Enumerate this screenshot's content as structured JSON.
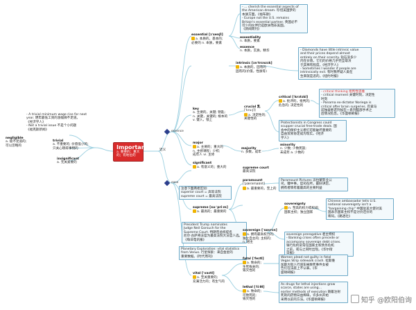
{
  "root": {
    "title": "Important",
    "subtitle": "a. 重要的；重大的；有地位的"
  },
  "badges": {
    "essence": "essence",
    "ease": "ease"
  },
  "left": {
    "note1": [
      "- A trivial minimum wage rise for next",
      "year. 明年最低工资的涨幅微不足道。",
      "《经济学人》",
      "- Not a trivial issue 不是个小问题",
      "《福克斯新闻》"
    ],
    "negligible": {
      "head": "negligible",
      "lines": [
        "a. 极不足道的;",
        "可以忽略的"
      ]
    },
    "trivial": {
      "head": "trivial",
      "lines": [
        "a. 不重要的; 价值低小的;",
        "只关心琐碎事物的"
      ]
    },
    "insignificant": {
      "head": "insignificant",
      "lines": [
        "a. 无关紧要的"
      ]
    }
  },
  "center": {
    "synonym": "近义"
  },
  "essential": {
    "head": "essential [ɪˈsenʃl]",
    "lines": [
      "a. 本质的，基本的;",
      "必要的 n. 本质，要素"
    ],
    "essentiality": {
      "head": "essentiality",
      "lines": [
        "n. 本质，要素"
      ]
    },
    "essence": {
      "head": "essence",
      "lines": [
        "n. 本质，实质，精华"
      ]
    },
    "note": [
      "- ... cherish the essential aspects of",
      "the American dream. 珍惜美国梦的",
      "本质方面。《福布斯》",
      "- Europe not the U.S. remains",
      "Britain's essential partner. 英国必不",
      "可少的伙伴仍是欧洲而非美国。",
      "《新闻周刊》"
    ]
  },
  "intrinsic": {
    "head": "intrinsic [ɪnˈtrɪnzɪk]",
    "lines": [
      "a. 本质的，固有的",
      "固有的(价值，性质等)"
    ],
    "note": [
      "- Diamonds have little intrinsic value",
      "and their prices depend almost",
      "entirely on their scarcity. 钻石没多少",
      "内在价值，它们的价格几乎完全取决",
      "于其稀有程度。《经济学人》",
      "- Sometimes I wonder if people are",
      "intrinsically evil. 有时我怀疑人类在",
      "生来就是恶的。《纽约时报》"
    ]
  },
  "key": {
    "head": "key",
    "lines": [
      "a. 主要的，关键; 钥匙;",
      "n. 关键，关键的; 根本的",
      "v. 键入，锁上"
    ]
  },
  "crucial": {
    "head": "crucial 乳",
    "sub": "[ˈkruːʃl]",
    "lines": [
      "a. 决定性的;",
      "关键性的"
    ]
  },
  "critical": {
    "head": "critical [ˈkrɪtɪkl]",
    "lines": [
      "a. 批评的，批判的;",
      "危急的; 决定性的"
    ],
    "note": [
      "- critical thinking 批判性思维",
      "- critical moment 关键时刻，决定性",
      "时刻",
      "- Panama ex-dictator Noriega is",
      "critical after brain surgeries. 巴拿马",
      "前独裁者诺列加在一系列脑部手术之",
      "后情况危急。《华盛顿邮报》"
    ]
  },
  "protection": [
    "Protectionists in Congress could",
    "scupper crucial free-trade deals. 国",
    "会中的保护主义者们可能破坏重要的",
    "自由贸易协定成为现实。《经济",
    "学人》"
  ],
  "major": {
    "head": "major",
    "lines": [
      "a. 主要的；重大的",
      "n. 主修课程；少校;",
      "成年人 vi. 主修"
    ]
  },
  "majority": {
    "head": "majority",
    "lines": [
      "n. 多数，成年"
    ]
  },
  "minority": {
    "head": "minority",
    "lines": [
      "n. 少数; 少数民族;",
      "未成年 a. 少数的"
    ]
  },
  "significant": {
    "head": "significant",
    "lines": [
      "a. 有意义的；重大的"
    ]
  },
  "supremecourt": {
    "head": "supreme court",
    "lines": [
      "最高法院"
    ]
  },
  "paramount": {
    "head": "paramount",
    "sub": "[ˈpærəmaʊnt]",
    "lines": [
      "a. 最重要的，至上的"
    ],
    "note": [
      "Paramount Pictures 派拉蒙影业公",
      "司，罐中事，官司在所，最好讲您，",
      "拥有者情有着最高的主要利益"
    ]
  },
  "supreme": {
    "head": "supreme [suːˈpriːm]",
    "lines": [
      "a. 最高的；最重要的"
    ],
    "note1": [
      "注意下面两者区别:",
      "superior court = 高等法院",
      "supreme court = 最高法院"
    ],
    "note2": [
      "President Trump nominates",
      "Judge Neil Gorsuch for the",
      "Supreme Court. 特朗普总统提名",
      "尼尔·古萨奇法官为最高法院大法官人选。",
      "《每日电讯报》"
    ]
  },
  "sovereign": {
    "head": "sovereign [ˈsɒvrɪn]",
    "lines": [
      "a. 拥有最高权力的;",
      "独立自主的; 主权的;",
      "n. 君主"
    ],
    "note": [
      "- Banking crises often precede or",
      "accompany sovereign debt crises.",
      "银行危机常常在国家主权债务危机",
      "之前，或与之同时出现。《华尔街",
      "日报》"
    ]
  },
  "sovereignty": {
    "head": "sovereignty",
    "lines": [
      "n. 至高的权力或权威;",
      "国家主权；独立国家"
    ],
    "note": [
      "Chinese ambassador tells U.S.",
      "national sovereignty isn't a",
      "\"bargaining chip\" 中国驻美大使对美",
      "国表示国家主权不是讨价还价的",
      "筹码。《路透社》"
    ]
  },
  "prerogative": [
    "sovereign prerogative 君主特权"
  ],
  "planetary": [
    "Planetary Exploration: vital statistics",
    "from Venus. 行星探索：来自金星的",
    "重要数据。《时代周刊》"
  ],
  "vital": {
    "head": "vital [ˈvaɪtl]",
    "lines": [
      "a. 至关重要的;",
      "充满活力的；有生气的"
    ]
  },
  "fatal": {
    "head": "fatal [ˈfeɪtl]",
    "lines": [
      "a. 致命的;",
      "生死攸关的;",
      "毁灭性的"
    ],
    "note": [
      "Women plead not guilty in fatal",
      "Vegas Strip sidewalk crash. 拉斯维",
      "加斯大街人行道车祸致死事件女被",
      "告们在法庭上不认罪。《华",
      "盛顿邮报》"
    ]
  },
  "lethal": {
    "head": "lethal [ˈliːθl]",
    "lines": [
      "a. 致命的;",
      "可致死的;",
      "毁灭性的"
    ],
    "note": [
      "As drugs for lethal injections grow",
      "scarce, states are using...",
      "earlier methods of execution 随着注射",
      "死刑的药物日益稀缺，许多州开始",
      "采用以前的方法。《华盛顿邮报》"
    ]
  },
  "watermark": "知乎 @欧阳伯询"
}
